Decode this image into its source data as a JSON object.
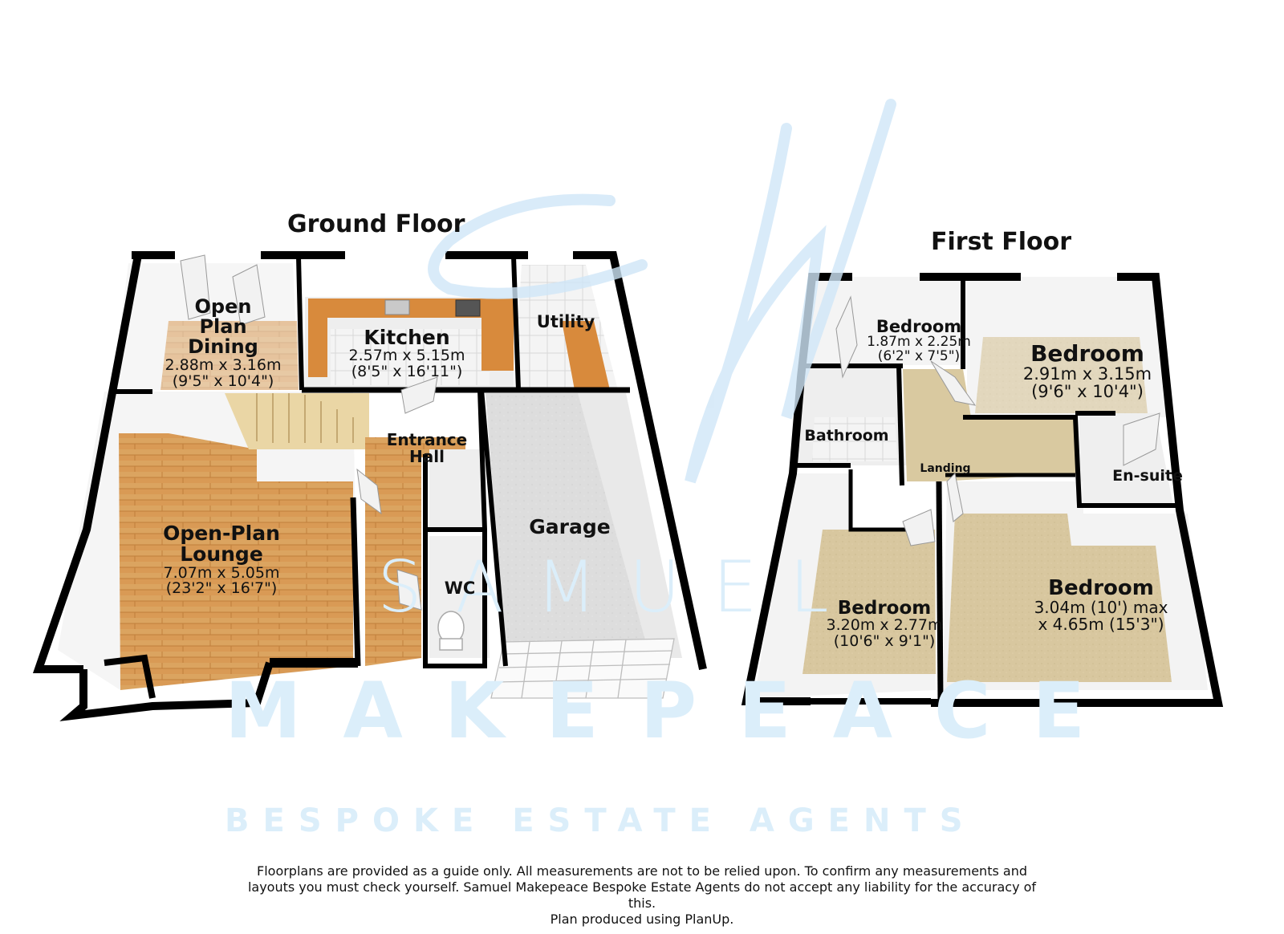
{
  "floors": {
    "ground": {
      "title": "Ground Floor"
    },
    "first": {
      "title": "First Floor"
    }
  },
  "rooms": {
    "dining": {
      "name_1": "Open",
      "name_2": "Plan",
      "name_3": "Dining",
      "dim_m": "2.88m x 3.16m",
      "dim_ft": "(9'5\" x 10'4\")"
    },
    "kitchen": {
      "name": "Kitchen",
      "dim_m": "2.57m x 5.15m",
      "dim_ft": "(8'5\" x 16'11\")"
    },
    "utility": {
      "name": "Utility"
    },
    "entrance_hall": {
      "name_1": "Entrance",
      "name_2": "Hall"
    },
    "lounge": {
      "name_1": "Open-Plan",
      "name_2": "Lounge",
      "dim_m": "7.07m x 5.05m",
      "dim_ft": "(23'2\" x 16'7\")"
    },
    "garage": {
      "name": "Garage"
    },
    "wc": {
      "name": "WC"
    },
    "bedroom_small": {
      "name": "Bedroom",
      "dim_m": "1.87m x 2.25m",
      "dim_ft": "(6'2\" x 7'5\")"
    },
    "bedroom_rear": {
      "name": "Bedroom",
      "dim_m": "2.91m x 3.15m",
      "dim_ft": "(9'6\" x 10'4\")"
    },
    "bathroom": {
      "name": "Bathroom"
    },
    "landing": {
      "name": "Landing"
    },
    "ensuite": {
      "name": "En-suite"
    },
    "bedroom_left": {
      "name": "Bedroom",
      "dim_m": "3.20m x 2.77m",
      "dim_ft": "(10'6\" x 9'1\")"
    },
    "bedroom_main": {
      "name": "Bedroom",
      "dim_line1": "3.04m (10') max",
      "dim_line2": "x 4.65m (15'3\")"
    }
  },
  "watermark": {
    "line_1": "SAMUEL",
    "line_2": "MAKEPEACE",
    "line_3": "BESPOKE ESTATE AGENTS",
    "color": "#dbeefa"
  },
  "disclaimer": {
    "line_1": "Floorplans are provided as a guide only.  All measurements are not to be relied upon. To confirm any measurements and",
    "line_2": "layouts you must check yourself.  Samuel Makepeace Bespoke Estate Agents do not accept any liability for the accuracy of",
    "line_3": "this.",
    "line_4": "Plan produced using PlanUp."
  },
  "colors": {
    "wall": "#000000",
    "wood_floor": "#d99a55",
    "kitchen_counter": "#d88a3c",
    "carpet": "#d6c49c",
    "garage_floor": "#dcdcdc",
    "tile_floor": "#f0f0f0"
  }
}
